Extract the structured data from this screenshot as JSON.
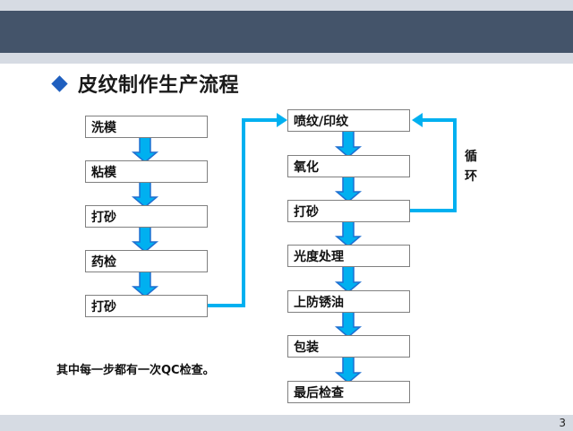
{
  "title": "皮纹制作生产流程",
  "page_number": "3",
  "colors": {
    "header": "#44546a",
    "band": "#d6dbe3",
    "arrow": "#00b0f0",
    "arrow_stroke": "#1f6fd1",
    "bullet": "#1f5fbf"
  },
  "left_steps": [
    "洗模",
    "粘模",
    "打砂",
    "药检",
    "打砂"
  ],
  "right_steps": [
    "喷纹/印纹",
    "氧化",
    "打砂",
    "光度处理",
    "上防锈油",
    "包装",
    "最后检查"
  ],
  "loop_label": [
    "循",
    "环"
  ],
  "note": "其中每一步都有一次QC检查。"
}
